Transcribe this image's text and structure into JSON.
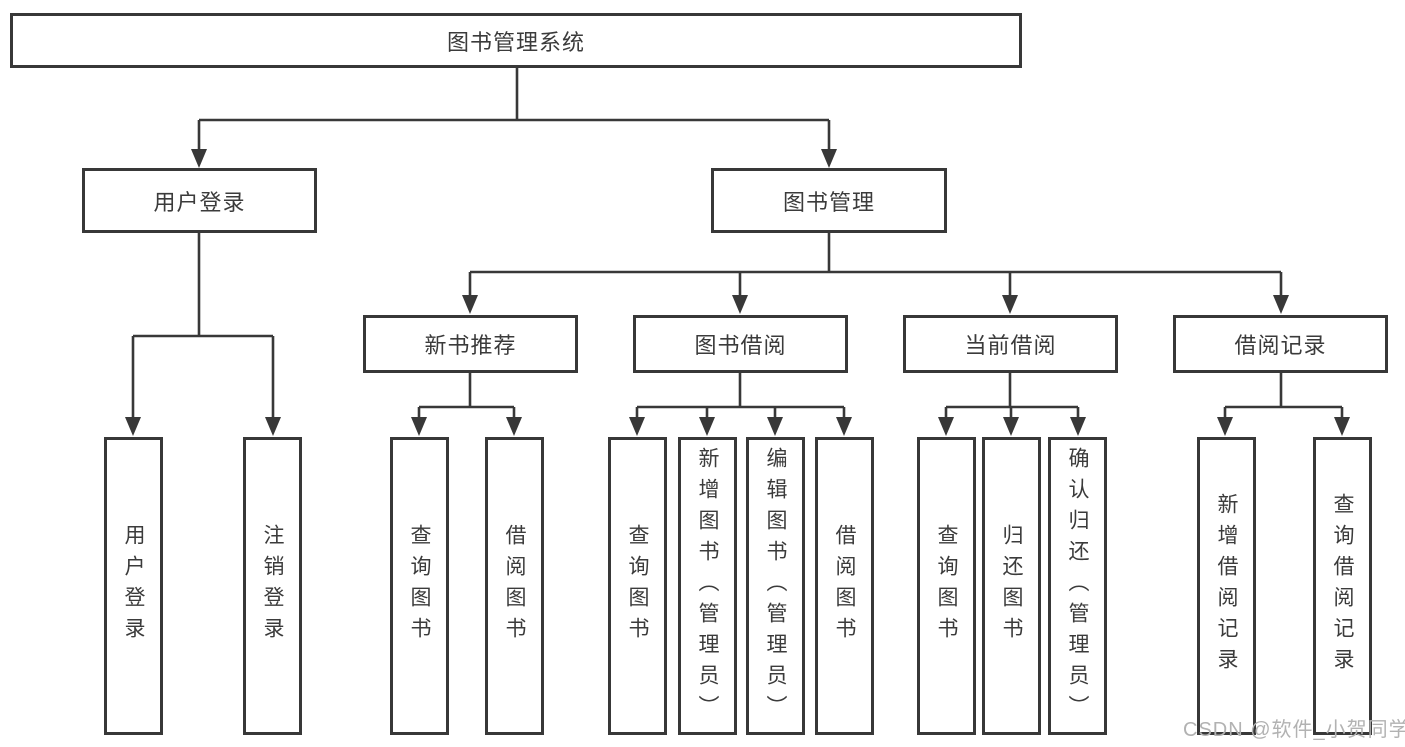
{
  "root": {
    "label": "图书管理系统"
  },
  "level2": [
    {
      "label": "用户登录"
    },
    {
      "label": "图书管理"
    }
  ],
  "level3": [
    {
      "label": "新书推荐"
    },
    {
      "label": "图书借阅"
    },
    {
      "label": "当前借阅"
    },
    {
      "label": "借阅记录"
    }
  ],
  "leaves": {
    "user_login": [
      {
        "label": "用户登录"
      },
      {
        "label": "注销登录"
      }
    ],
    "new_book": [
      {
        "label": "查询图书"
      },
      {
        "label": "借阅图书"
      }
    ],
    "book_borrow": [
      {
        "label": "查询图书"
      },
      {
        "label": "新增图书（管理员）"
      },
      {
        "label": "编辑图书（管理员）"
      },
      {
        "label": "借阅图书"
      }
    ],
    "current_borrow": [
      {
        "label": "查询图书"
      },
      {
        "label": "归还图书"
      },
      {
        "label": "确认归还（管理员）"
      }
    ],
    "records": [
      {
        "label": "新增借阅记录"
      },
      {
        "label": "查询借阅记录"
      }
    ]
  },
  "watermark": "CSDN @软件_小贺同学",
  "colors": {
    "line": "#383838",
    "box_border": "#383838",
    "text": "#3b3b3b",
    "watermark": "#b2b2b2",
    "background": "#ffffff"
  }
}
